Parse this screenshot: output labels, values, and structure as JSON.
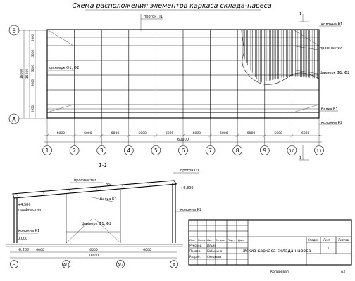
{
  "title": "Схема расположения элементов каркаса склада-навеса",
  "plan": {
    "axis_numbers": [
      "1",
      "2",
      "3",
      "4",
      "5",
      "6",
      "7",
      "8",
      "9",
      "10",
      "11"
    ],
    "axis_letters": [
      "Б",
      "А"
    ],
    "span_dims": [
      "6000",
      "6000",
      "6000",
      "6000",
      "6000",
      "6000",
      "6000",
      "6000",
      "6000",
      "6000"
    ],
    "total_dim": "60000",
    "left_dims": [
      "2900",
      "3000",
      "3000",
      "3000",
      "2950"
    ],
    "left_total_outer": "18000",
    "left_total_inner": "15000",
    "labels": {
      "progon": "прогон П1",
      "kolonna_k1": "колонна К1",
      "profnastil": "профнастил",
      "fahverk_left": "фахверк Ф1, Ф2",
      "fahverk_right": "фахверк Ф1, Ф2",
      "balka": "балка Б1",
      "kolonna_k2": "колонна К2"
    },
    "section_mark": "1"
  },
  "section": {
    "title": "1-1",
    "labels": {
      "progon": "прогон П1",
      "profnastil": "профнастил",
      "balka": "балка Б1",
      "profnastil_side": "профнастил",
      "kolonna_k1": "колонна К1",
      "fahverk": "фахверк Ф1, Ф2",
      "kolonna_k2": "колонна К2"
    },
    "elevations": [
      "+4,500",
      "+6,300",
      "0,000",
      "-0,200"
    ],
    "slope": "3%",
    "bottom_dims": [
      "6000",
      "6000",
      "6000"
    ],
    "bottom_total": "18000",
    "axis_marks": [
      "Б",
      "А/3",
      "А/2",
      "А"
    ]
  },
  "stamp": {
    "rows": [
      "Изм.",
      "Кол.уч",
      "Лист",
      "№ док.",
      "Подп.",
      "Дата"
    ],
    "roles": [
      "Руковод.",
      "Провер.",
      "Разраб."
    ],
    "names": [
      "Ильин",
      "Кобылина",
      "Снедкова"
    ],
    "doc_title": "Эскиз каркаса склада-навеса",
    "col_stage": "Стадия",
    "col_sheet": "Лист",
    "col_sheets": "Листов",
    "sheet_no": "1",
    "footer_left": "Копировал",
    "footer_right": "А3"
  }
}
